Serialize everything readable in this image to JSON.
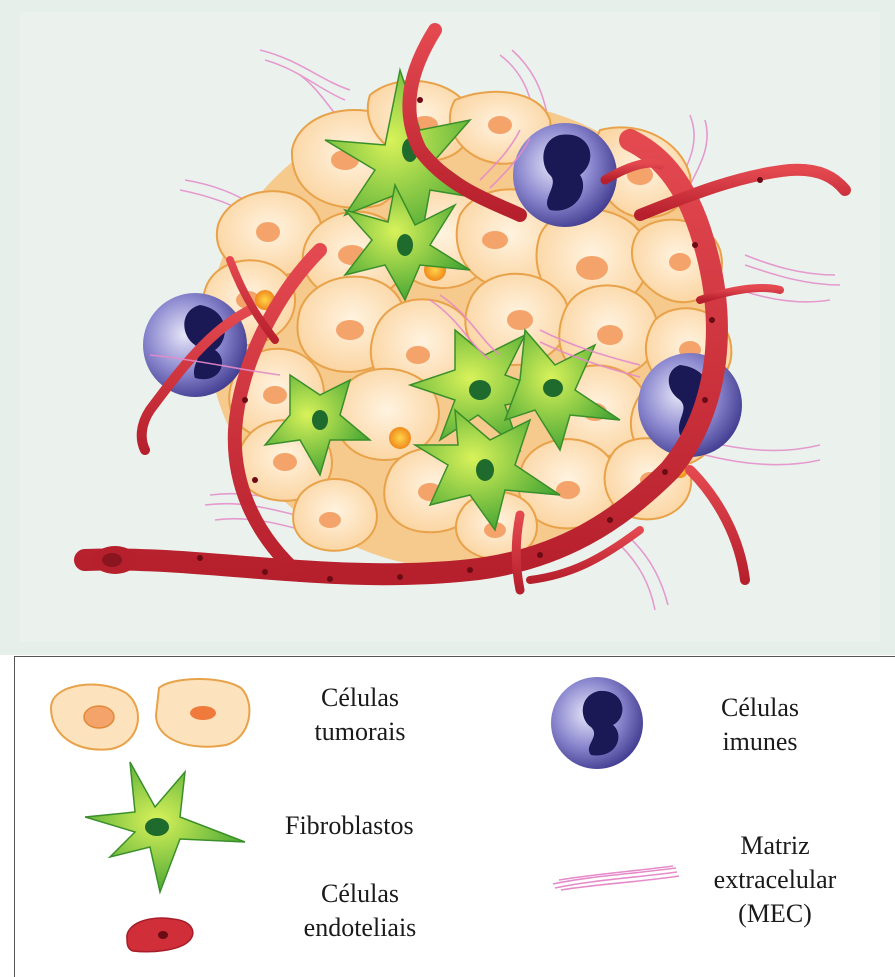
{
  "legend": {
    "tumor_cells": [
      "Células",
      "tumorais"
    ],
    "immune_cells": [
      "Células",
      "imunes"
    ],
    "fibroblasts": "Fibroblastos",
    "extracellular_matrix": [
      "Matriz",
      "extracelular",
      "(MEC)"
    ],
    "endothelial_cells": [
      "Células",
      "endoteliais"
    ]
  },
  "colors": {
    "background": "#e7efea",
    "tumor_cell_fill": "#fde3bd",
    "tumor_cell_stroke": "#e8a24a",
    "tumor_nucleus": "#f4a46a",
    "fibroblast": "#74c43a",
    "fibroblast_nucleus": "#1f6b2e",
    "immune_cell": "#5a58a8",
    "immune_nucleus": "#1a1855",
    "vessel": "#d02f3a",
    "matrix_fiber": "#e58bc9"
  }
}
